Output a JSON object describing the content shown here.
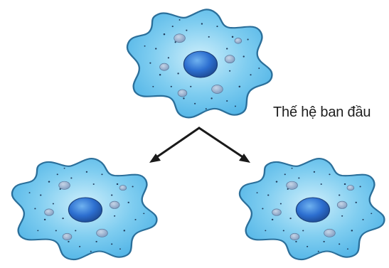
{
  "diagram": {
    "generation_label": "Thế hệ ban đầu",
    "cells": [
      {
        "role": "parent"
      },
      {
        "role": "daughter"
      },
      {
        "role": "daughter"
      }
    ],
    "colors": {
      "cytoplasm": "#5bbdea",
      "cytoplasm_light": "#a9def6",
      "outline": "#2b6f9a",
      "nucleus": "#2a66c4",
      "vacuole": "#8fa9c9",
      "arrow": "#1a1a1a"
    }
  }
}
